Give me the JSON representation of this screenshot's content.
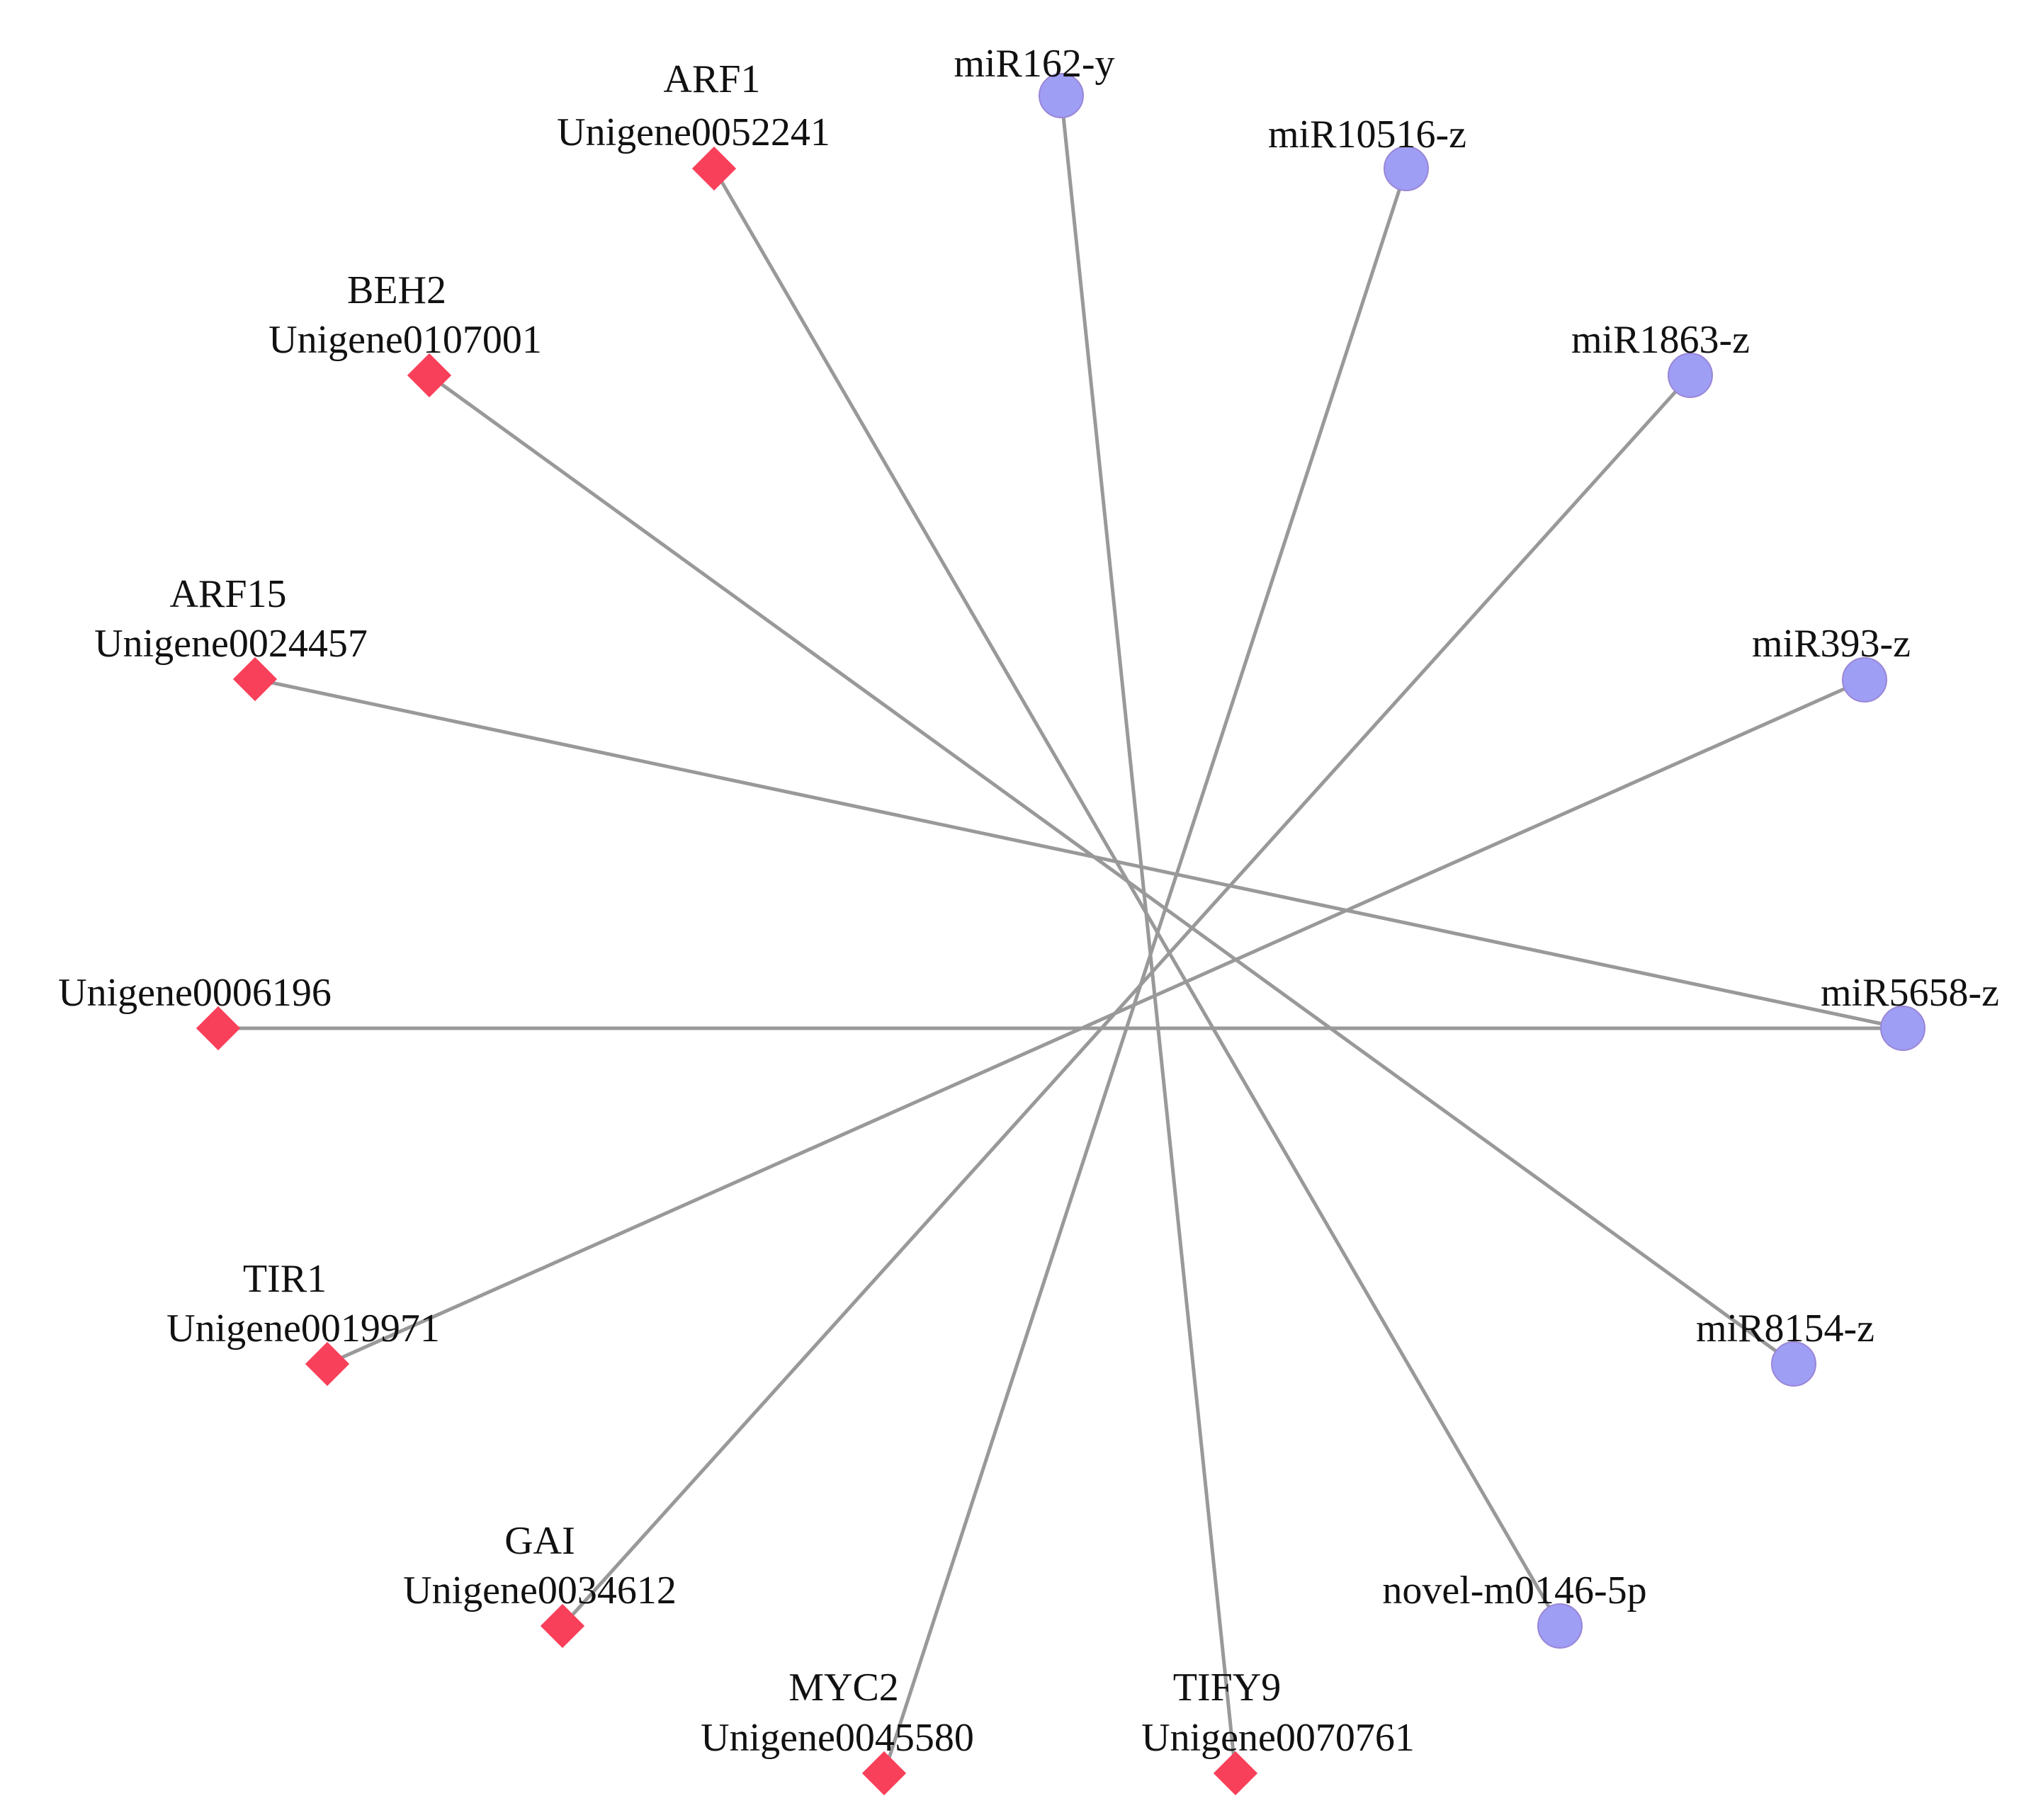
{
  "diagram": {
    "colors": {
      "edge": "#999999",
      "gene_node": "#f8405a",
      "mirna_node": "#9e9ef5",
      "label": "#111111",
      "background": "#ffffff"
    },
    "gene_nodes": [
      {
        "id": "arf1",
        "name": "ARF1",
        "unigene": "Unigene0052241"
      },
      {
        "id": "beh2",
        "name": "BEH2",
        "unigene": "Unigene0107001"
      },
      {
        "id": "arf15",
        "name": "ARF15",
        "unigene": "Unigene0024457"
      },
      {
        "id": "u0006196",
        "name": "",
        "unigene": "Unigene0006196"
      },
      {
        "id": "tir1",
        "name": "TIR1",
        "unigene": "Unigene0019971"
      },
      {
        "id": "gai",
        "name": "GAI",
        "unigene": "Unigene0034612"
      },
      {
        "id": "myc2",
        "name": "MYC2",
        "unigene": "Unigene0045580"
      },
      {
        "id": "tify9",
        "name": "TIFY9",
        "unigene": "Unigene0070761"
      }
    ],
    "mirna_nodes": [
      {
        "id": "mir162y",
        "label": "miR162-y"
      },
      {
        "id": "mir10516z",
        "label": "miR10516-z"
      },
      {
        "id": "mir1863z",
        "label": "miR1863-z"
      },
      {
        "id": "mir393z",
        "label": "miR393-z"
      },
      {
        "id": "mir5658z",
        "label": "miR5658-z"
      },
      {
        "id": "mir8154z",
        "label": "miR8154-z"
      },
      {
        "id": "novelm0146",
        "label": "novel-m0146-5p"
      }
    ],
    "edges": [
      {
        "source": "mir162y",
        "target": "tify9"
      },
      {
        "source": "mir10516z",
        "target": "myc2"
      },
      {
        "source": "mir1863z",
        "target": "gai"
      },
      {
        "source": "mir393z",
        "target": "tir1"
      },
      {
        "source": "mir5658z",
        "target": "arf15"
      },
      {
        "source": "mir5658z",
        "target": "u0006196"
      },
      {
        "source": "mir8154z",
        "target": "beh2"
      },
      {
        "source": "novelm0146",
        "target": "arf1"
      }
    ]
  }
}
